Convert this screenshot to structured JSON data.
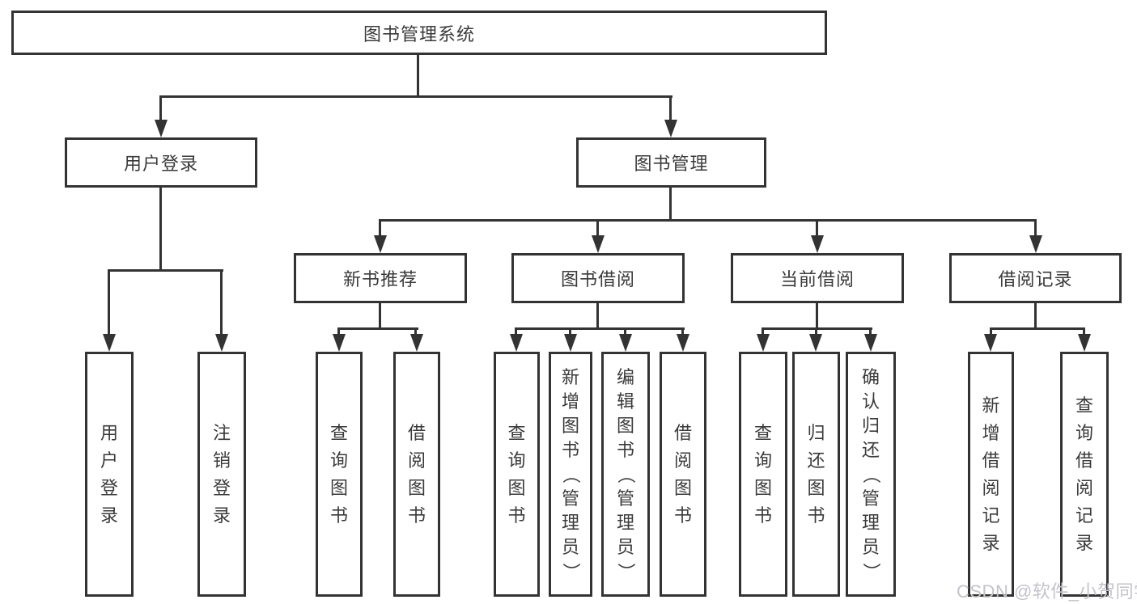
{
  "tree": {
    "label": "图书管理系统",
    "children": [
      {
        "label": "用户登录",
        "children": [
          {
            "label": "用户登录"
          },
          {
            "label": "注销登录"
          }
        ]
      },
      {
        "label": "图书管理",
        "children": [
          {
            "label": "新书推荐",
            "children": [
              {
                "label": "查询图书"
              },
              {
                "label": "借阅图书"
              }
            ]
          },
          {
            "label": "图书借阅",
            "children": [
              {
                "label": "查询图书"
              },
              {
                "label": "新增图书（管理员）"
              },
              {
                "label": "编辑图书（管理员）"
              },
              {
                "label": "借阅图书"
              }
            ]
          },
          {
            "label": "当前借阅",
            "children": [
              {
                "label": "查询图书"
              },
              {
                "label": "归还图书"
              },
              {
                "label": "确认归还（管理员）"
              }
            ]
          },
          {
            "label": "借阅记录",
            "children": [
              {
                "label": "新增借阅记录"
              },
              {
                "label": "查询借阅记录"
              }
            ]
          }
        ]
      }
    ]
  },
  "watermark": {
    "text": "CSDN @软件_小贺同学"
  },
  "colors": {
    "line": "#333333",
    "text": "#3a3a3a",
    "watermark": "#c3c3cb",
    "background": "#ffffff"
  }
}
